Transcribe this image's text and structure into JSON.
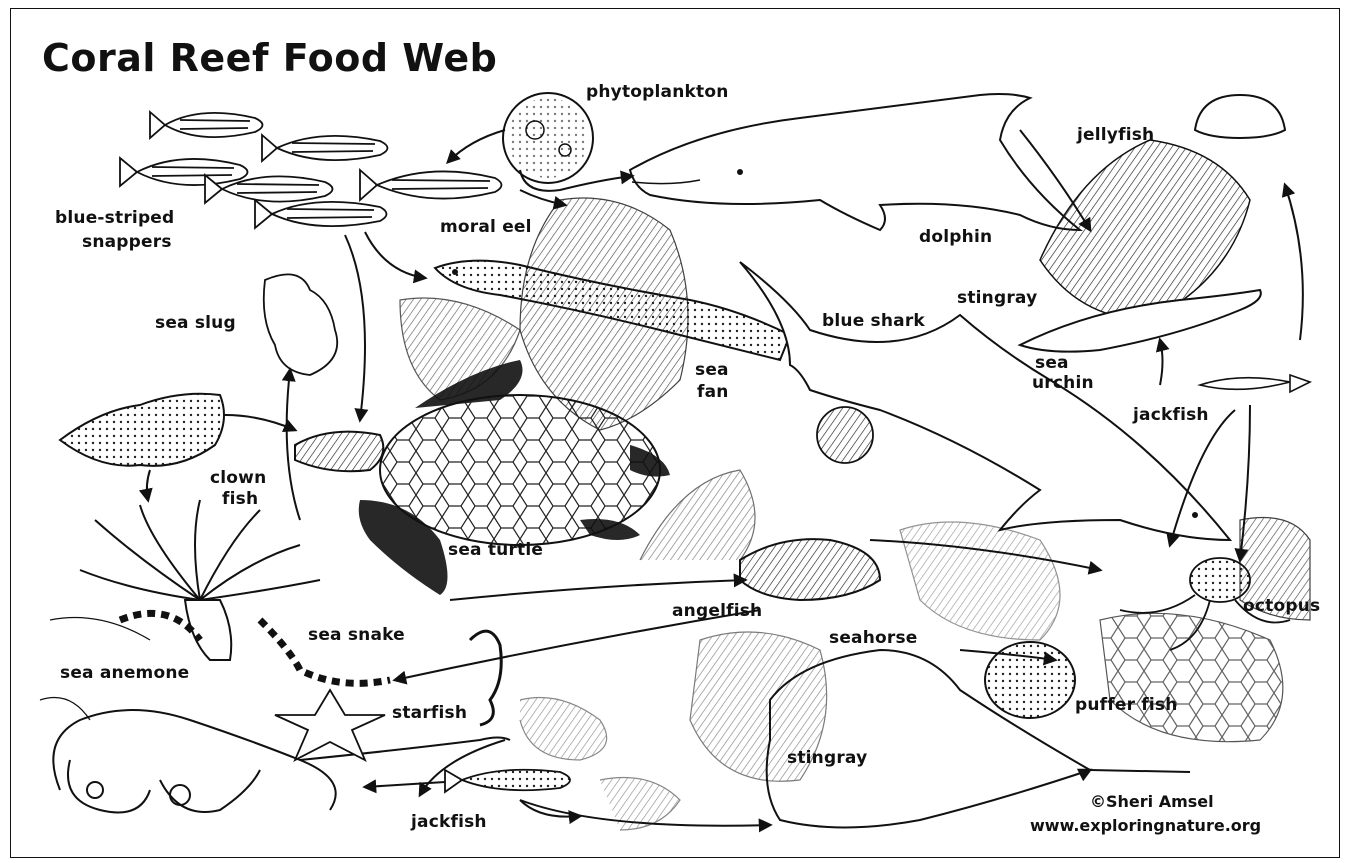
{
  "title": "Coral Reef Food Web",
  "labels": {
    "phytoplankton": "phytoplankton",
    "jellyfish": "jellyfish",
    "blue_striped_snappers_line1": "blue-striped",
    "blue_striped_snappers_line2": "snappers",
    "moral_eel": "moral eel",
    "dolphin": "dolphin",
    "sea_slug": "sea slug",
    "stingray_top": "stingray",
    "blue_shark": "blue shark",
    "sea_urchin_line1": "sea",
    "sea_urchin_line2": "urchin",
    "sea_fan_line1": "sea",
    "sea_fan_line2": "fan",
    "jackfish_right": "jackfish",
    "clown_fish_line1": "clown",
    "clown_fish_line2": "fish",
    "sea_turtle": "sea turtle",
    "angelfish": "angelfish",
    "octopus": "octopus",
    "sea_snake": "sea snake",
    "seahorse": "seahorse",
    "sea_anemone": "sea anemone",
    "puffer_fish": "puffer fish",
    "starfish": "starfish",
    "stingray_bottom": "stingray",
    "jackfish_bottom": "jackfish"
  },
  "credit": {
    "author": "©Sheri Amsel",
    "website": "www.exploringnature.org"
  },
  "colors": {
    "ink": "#111111",
    "paper": "#ffffff"
  }
}
